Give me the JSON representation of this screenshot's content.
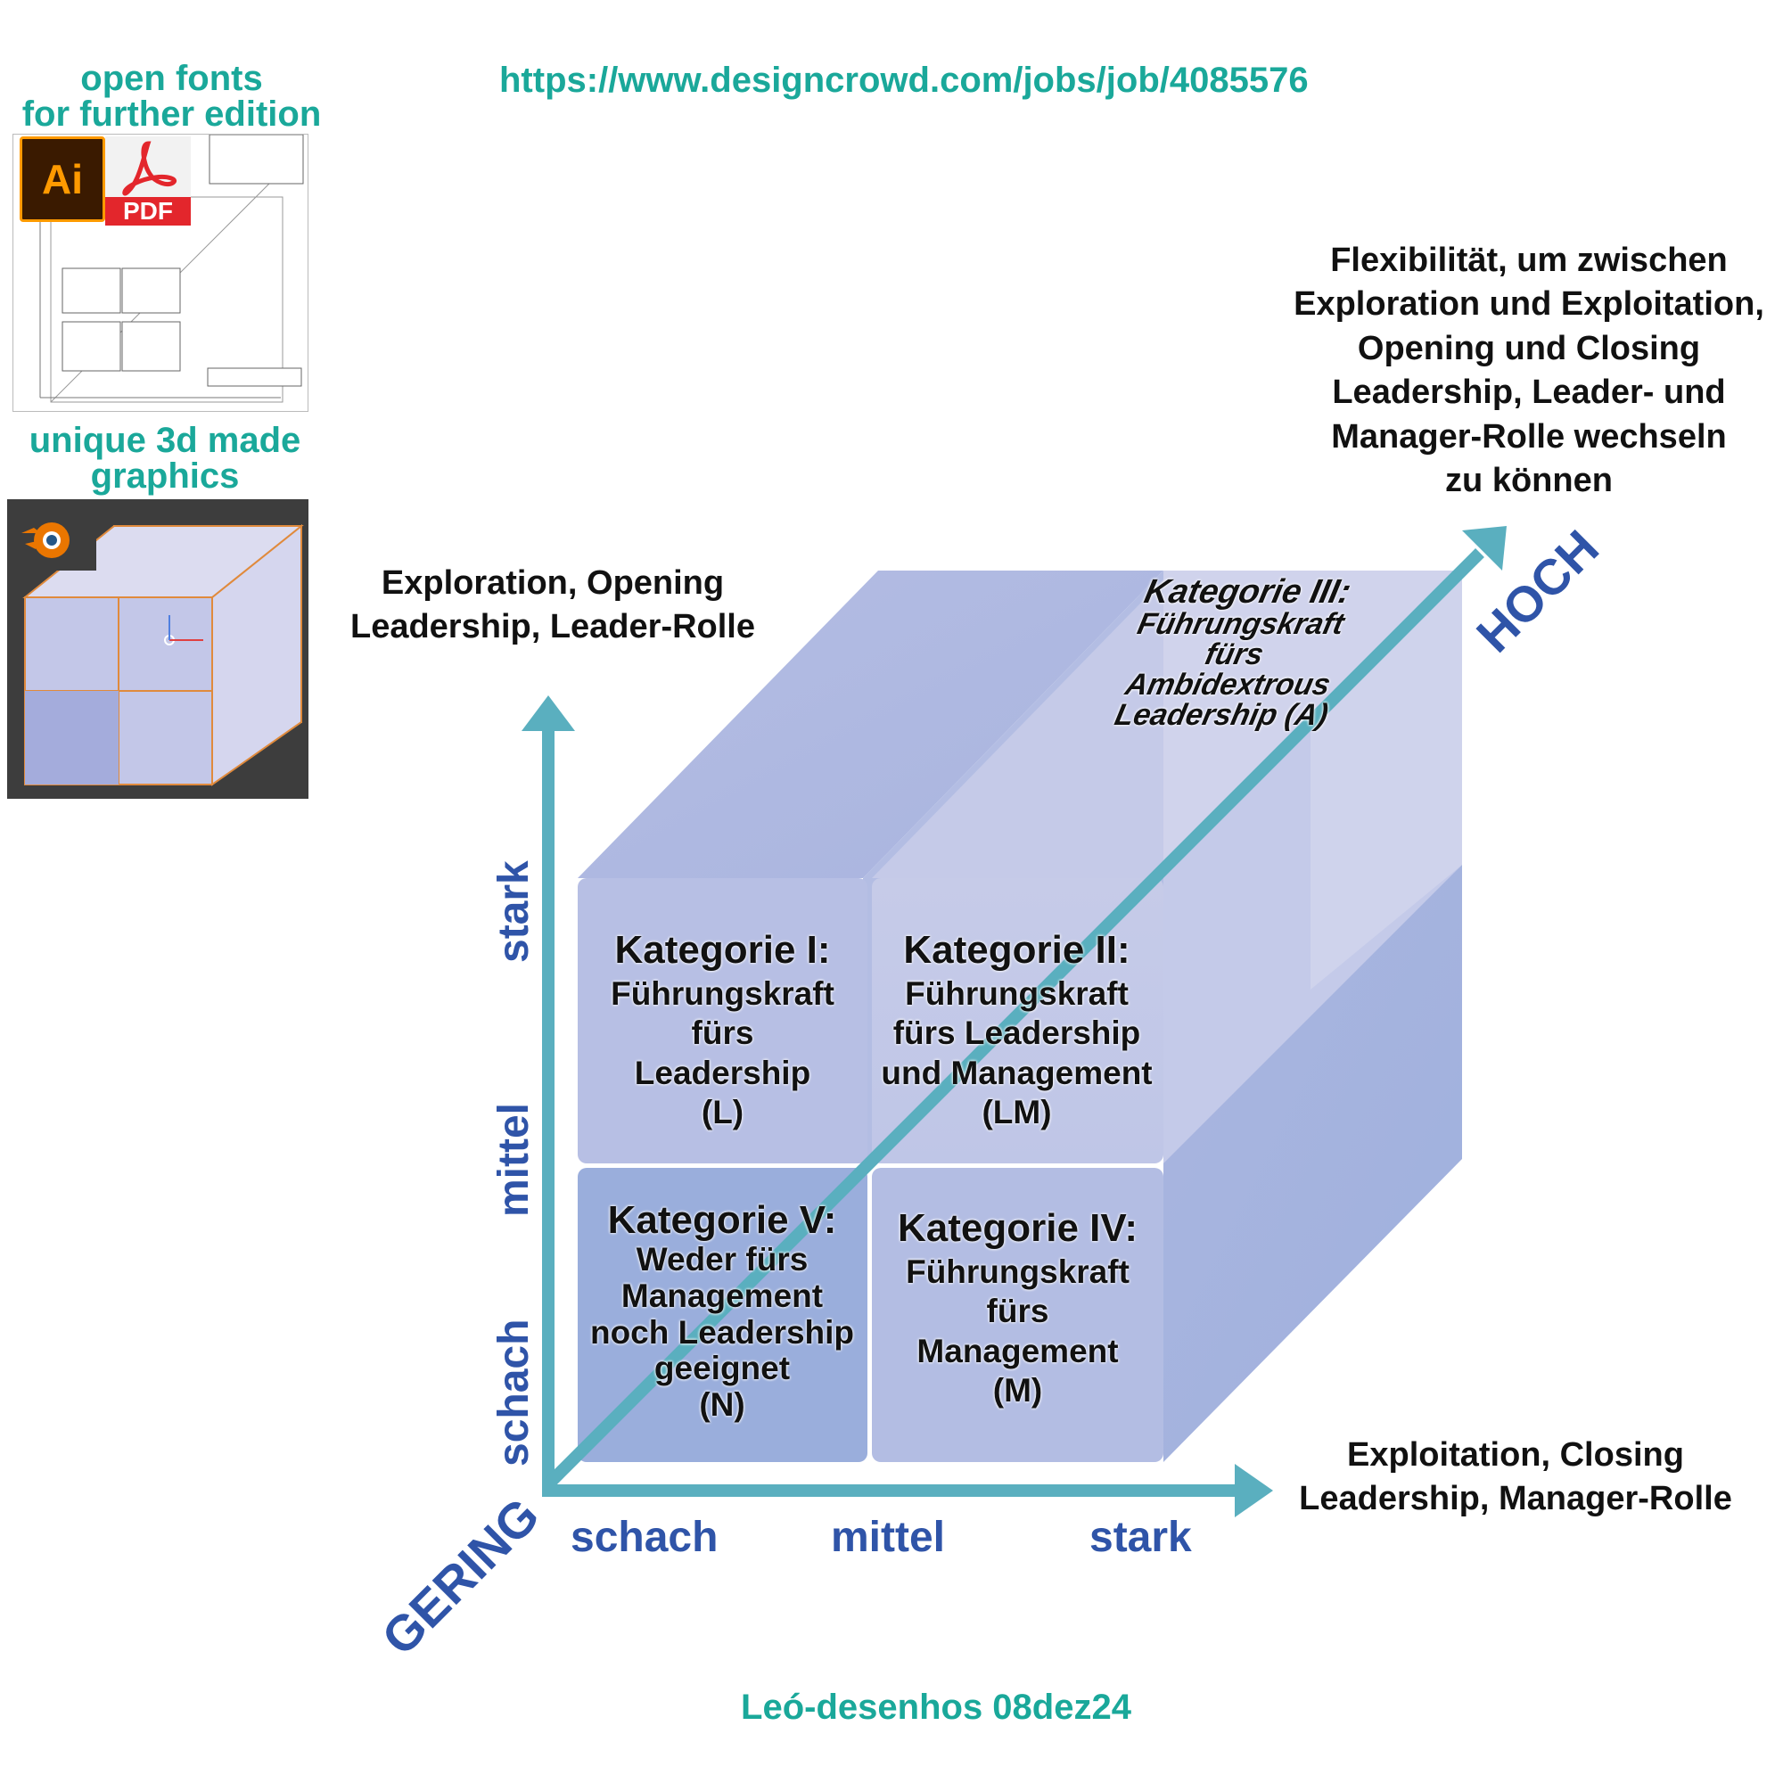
{
  "sidebar": {
    "fonts_title_line1": "open fonts",
    "fonts_title_line2": "for further edition",
    "ai_icon_label": "Ai",
    "pdf_icon_label": "PDF",
    "graphics_title_line1": "unique 3d made",
    "graphics_title_line2": "graphics"
  },
  "header": {
    "url": "https://www.designcrowd.com/jobs/job/4085576"
  },
  "labels": {
    "top_right": [
      "Flexibilität, um zwischen",
      "Exploration und Exploitation,",
      "Opening und Closing",
      "Leadership, Leader- und",
      "Manager-Rolle wechseln",
      "zu können"
    ],
    "top_left": [
      "Exploration, Opening",
      "Leadership, Leader-Rolle"
    ],
    "bottom_right": [
      "Exploitation, Closing",
      "Leadership, Manager-Rolle"
    ]
  },
  "axes": {
    "x_ticks": [
      "schach",
      "mittel",
      "stark"
    ],
    "y_ticks": [
      "schach",
      "mittel",
      "stark"
    ],
    "diagonal_low": "GERING",
    "diagonal_high": "HOCH"
  },
  "categories": {
    "cat1": {
      "head": "Kategorie I:",
      "lines": [
        "Führungskraft",
        "fürs",
        "Leadership",
        "(L)"
      ]
    },
    "cat2": {
      "head": "Kategorie II:",
      "lines": [
        "Führungskraft",
        "fürs Leadership",
        "und Management",
        "(LM)"
      ]
    },
    "cat3": {
      "head": "Kategorie III:",
      "lines": [
        "Führungskraft",
        "fürs",
        "Ambidextrous",
        "Leadership (A)"
      ]
    },
    "cat4": {
      "head": "Kategorie IV:",
      "lines": [
        "Führungskraft",
        "fürs",
        "Management",
        "(M)"
      ]
    },
    "cat5": {
      "head": "Kategorie V:",
      "lines": [
        "Weder fürs",
        "Management",
        "noch Leadership",
        "geeignet",
        "(N)"
      ]
    }
  },
  "footer": {
    "credit": "Leó-desenhos 08dez24"
  },
  "colors": {
    "teal": "#1aa89a",
    "axis_arrow": "#5aafbf",
    "axis_text": "#2f54a8",
    "cube_light": "#c3c9e6",
    "cube_mid": "#aab5de",
    "cube_dark": "#98aadb"
  }
}
